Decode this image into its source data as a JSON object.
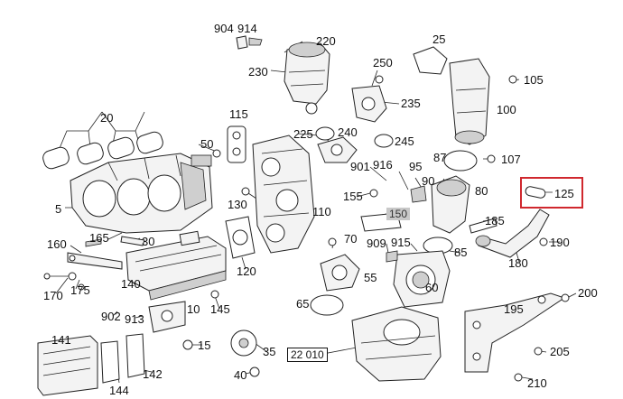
{
  "callouts": [
    {
      "id": "904",
      "text": "904"
    },
    {
      "id": "914",
      "text": "914"
    },
    {
      "id": "220",
      "text": "220"
    },
    {
      "id": "25",
      "text": "25"
    },
    {
      "id": "230",
      "text": "230"
    },
    {
      "id": "250",
      "text": "250"
    },
    {
      "id": "105",
      "text": "105"
    },
    {
      "id": "235",
      "text": "235"
    },
    {
      "id": "20",
      "text": "20"
    },
    {
      "id": "100",
      "text": "100"
    },
    {
      "id": "115",
      "text": "115"
    },
    {
      "id": "225",
      "text": "225"
    },
    {
      "id": "240",
      "text": "240"
    },
    {
      "id": "245",
      "text": "245"
    },
    {
      "id": "50",
      "text": "50"
    },
    {
      "id": "87",
      "text": "87"
    },
    {
      "id": "107",
      "text": "107"
    },
    {
      "id": "901",
      "text": "901"
    },
    {
      "id": "916",
      "text": "916"
    },
    {
      "id": "95",
      "text": "95"
    },
    {
      "id": "90",
      "text": "90"
    },
    {
      "id": "80",
      "text": "80"
    },
    {
      "id": "125",
      "text": "125"
    },
    {
      "id": "155",
      "text": "155"
    },
    {
      "id": "130",
      "text": "130"
    },
    {
      "id": "110",
      "text": "110"
    },
    {
      "id": "5",
      "text": "5"
    },
    {
      "id": "150",
      "text": "150"
    },
    {
      "id": "185",
      "text": "185"
    },
    {
      "id": "165",
      "text": "165"
    },
    {
      "id": "30",
      "text": "30"
    },
    {
      "id": "160",
      "text": "160"
    },
    {
      "id": "70",
      "text": "70"
    },
    {
      "id": "909",
      "text": "909"
    },
    {
      "id": "915",
      "text": "915"
    },
    {
      "id": "190",
      "text": "190"
    },
    {
      "id": "85",
      "text": "85"
    },
    {
      "id": "180",
      "text": "180"
    },
    {
      "id": "120",
      "text": "120"
    },
    {
      "id": "55",
      "text": "55"
    },
    {
      "id": "175",
      "text": "175"
    },
    {
      "id": "170",
      "text": "170"
    },
    {
      "id": "140",
      "text": "140"
    },
    {
      "id": "60",
      "text": "60"
    },
    {
      "id": "200",
      "text": "200"
    },
    {
      "id": "10",
      "text": "10"
    },
    {
      "id": "65",
      "text": "65"
    },
    {
      "id": "145",
      "text": "145"
    },
    {
      "id": "195",
      "text": "195"
    },
    {
      "id": "902",
      "text": "902"
    },
    {
      "id": "913",
      "text": "913"
    },
    {
      "id": "141",
      "text": "141"
    },
    {
      "id": "15",
      "text": "15"
    },
    {
      "id": "35",
      "text": "35"
    },
    {
      "id": "22010",
      "text": "22 010"
    },
    {
      "id": "205",
      "text": "205"
    },
    {
      "id": "142",
      "text": "142"
    },
    {
      "id": "40",
      "text": "40"
    },
    {
      "id": "144",
      "text": "144"
    },
    {
      "id": "210",
      "text": "210"
    }
  ],
  "highlight": {
    "target": "125",
    "color": "#d0282e"
  }
}
